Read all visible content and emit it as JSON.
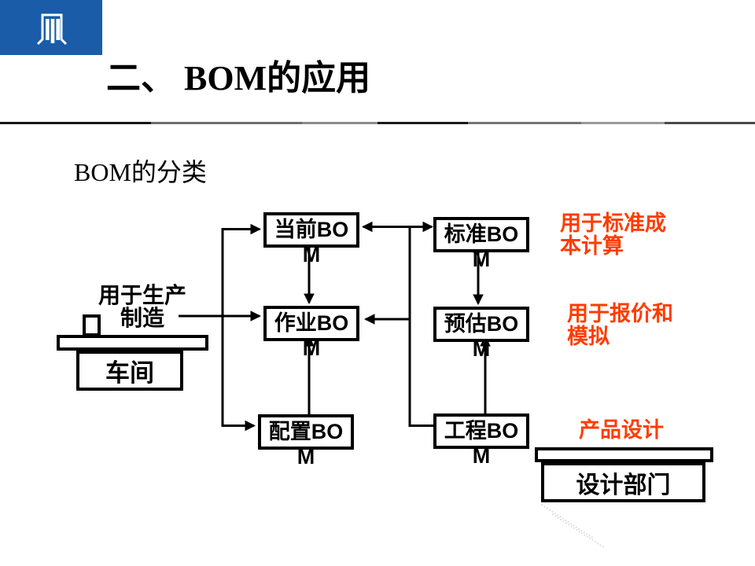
{
  "slide": {
    "title": "二、 BOM的应用",
    "subtitle": "BOM的分类"
  },
  "colors": {
    "logo_blue": "#1A5CA8",
    "accent_orange": "#FF3C00",
    "line_black": "#000000"
  },
  "icons": {
    "logo": "gate-pillars-logo-icon"
  },
  "diagram": {
    "boxes": [
      {
        "id": "current",
        "label": "当前BOM",
        "line1": "当前BO",
        "line2": "M"
      },
      {
        "id": "standard",
        "label": "标准BOM",
        "line1": "标准BO",
        "line2": "M"
      },
      {
        "id": "operation",
        "label": "作业BOM",
        "line1": "作业BO",
        "line2": "M"
      },
      {
        "id": "estimated",
        "label": "预估BOM",
        "line1": "预估BO",
        "line2": "M"
      },
      {
        "id": "configured",
        "label": "配置BOM",
        "line1": "配置BO",
        "line2": "M"
      },
      {
        "id": "engineering",
        "label": "工程BOM",
        "line1": "工程BO",
        "line2": "M"
      }
    ],
    "annotations": {
      "production": "用于生产\n制造",
      "standard_cost": "用于标准成\n本计算",
      "quotation": "用于报价和\n模拟",
      "product_design": "产品设计"
    },
    "entities": {
      "workshop": "车间",
      "design_dept": "设计部门"
    }
  }
}
